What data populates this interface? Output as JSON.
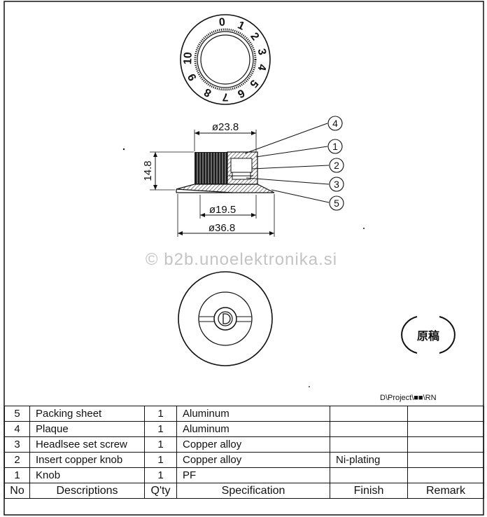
{
  "drawing": {
    "dial_numbers": [
      "0",
      "1",
      "2",
      "3",
      "4",
      "5",
      "6",
      "7",
      "8",
      "9",
      "10"
    ],
    "dimensions": {
      "top_diameter": "ø23.8",
      "height": "14.8",
      "inner_diameter": "ø19.5",
      "outer_diameter": "ø36.8"
    },
    "callouts": [
      "4",
      "1",
      "2",
      "3",
      "5"
    ],
    "watermark": "© b2b.unoelektronika.si",
    "path_label": "D\\Project\\■■\\RN",
    "stamp": "原稿"
  },
  "bom": {
    "headers": {
      "no": "No",
      "descriptions": "Descriptions",
      "qty": "Q'ty",
      "specification": "Specification",
      "finish": "Finish",
      "remark": "Remark"
    },
    "rows": [
      {
        "no": "5",
        "description": "Packing sheet",
        "qty": "1",
        "specification": "Aluminum",
        "finish": "",
        "remark": ""
      },
      {
        "no": "4",
        "description": "Plaque",
        "qty": "1",
        "specification": "Aluminum",
        "finish": "",
        "remark": ""
      },
      {
        "no": "3",
        "description": "Headlsee set screw",
        "qty": "1",
        "specification": "Copper alloy",
        "finish": "",
        "remark": ""
      },
      {
        "no": "2",
        "description": "Insert copper knob",
        "qty": "1",
        "specification": "Copper alloy",
        "finish": "Ni-plating",
        "remark": ""
      },
      {
        "no": "1",
        "description": "Knob",
        "qty": "1",
        "specification": "PF",
        "finish": "",
        "remark": ""
      }
    ]
  }
}
